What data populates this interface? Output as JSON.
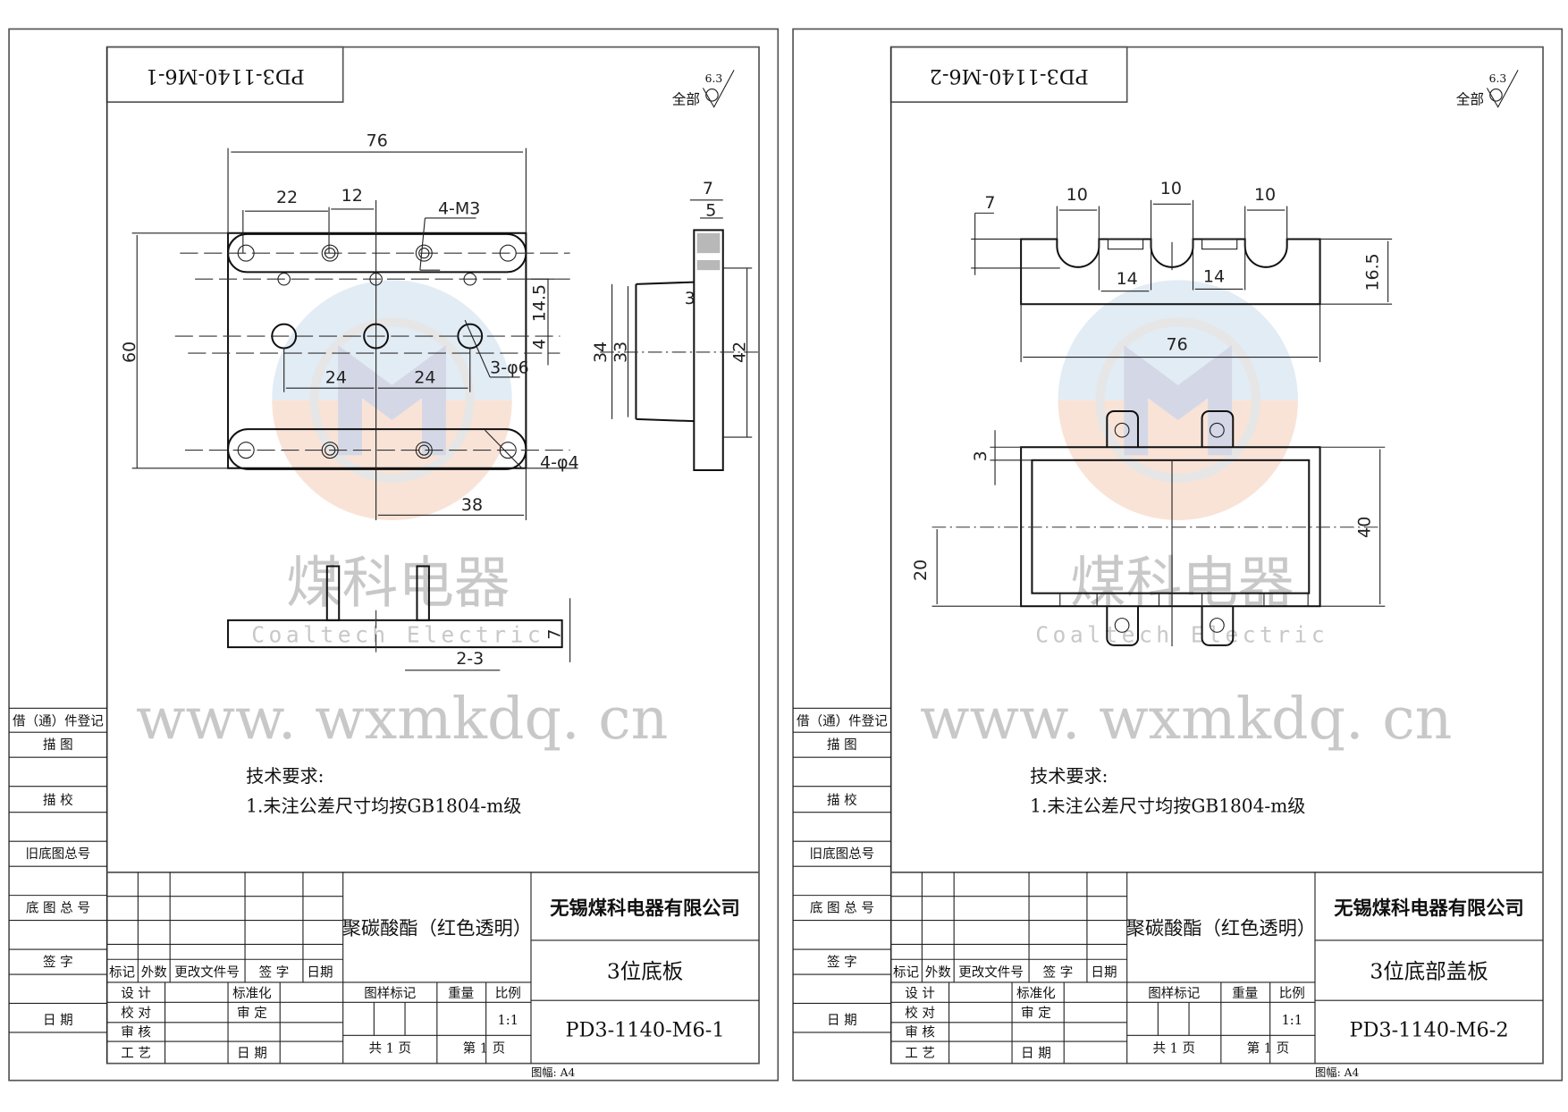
{
  "document": {
    "sheet_size_label": "图幅: A4"
  },
  "watermark": {
    "company_cn": "煤科电器",
    "company_en": "Coaltech Electric",
    "website": "www. wxmkdq. cn",
    "logo_colors": {
      "top": "#dce9f5",
      "bottom": "#f7dccd",
      "letter": "#c9cfe0"
    }
  },
  "side_column": {
    "labels": [
      "借（通）件登记",
      "描 图",
      "描 校",
      "旧底图总号",
      "底 图 总 号",
      "签 字",
      "日 期"
    ]
  },
  "title_block_common": {
    "material": "聚碳酸酯（红色透明）",
    "company": "无锡煤科电器有限公司",
    "revision_headers": [
      "标记",
      "外数",
      "更改文件号",
      "签 字",
      "日期"
    ],
    "approval_labels": [
      "设 计",
      "校 对",
      "审 核",
      "工 艺"
    ],
    "approval_labels_right": [
      "标准化",
      "审 定",
      "日 期"
    ],
    "mark_headers": [
      "图样标记",
      "重量",
      "比例"
    ],
    "scale": "1:1",
    "sheet_count": "共 1 页",
    "sheet_number": "第 1 页"
  },
  "tech_requirements": {
    "title": "技术要求:",
    "item1": "1.未注公差尺寸均按GB1804-m级"
  },
  "surface_finish": {
    "label": "全部",
    "value": "6.3"
  },
  "sheets": [
    {
      "drawing_number": "PD3-1140-M6-1",
      "part_name": "3位底板",
      "dimensions": {
        "width": "76",
        "height": "60",
        "d22": "22",
        "d12": "12",
        "thread": "4-M3",
        "d14_5": "14.5",
        "d4": "4",
        "holes6": "3-φ6",
        "d24a": "24",
        "d24b": "24",
        "holes4": "4-φ4",
        "d38": "38",
        "side7": "7",
        "side5": "5",
        "side3": "3",
        "side34": "34",
        "side33": "33",
        "side42": "42",
        "pin_h": "7",
        "pin_w": "2-3"
      }
    },
    {
      "drawing_number": "PD3-1140-M6-2",
      "part_name": "3位底部盖板",
      "dimensions": {
        "slot_w1": "10",
        "slot_w2": "10",
        "slot_w3": "10",
        "depth": "7",
        "gap1": "14",
        "gap2": "14",
        "height": "16.5",
        "width": "76",
        "wall": "3",
        "h40": "40",
        "h20": "20"
      }
    }
  ]
}
